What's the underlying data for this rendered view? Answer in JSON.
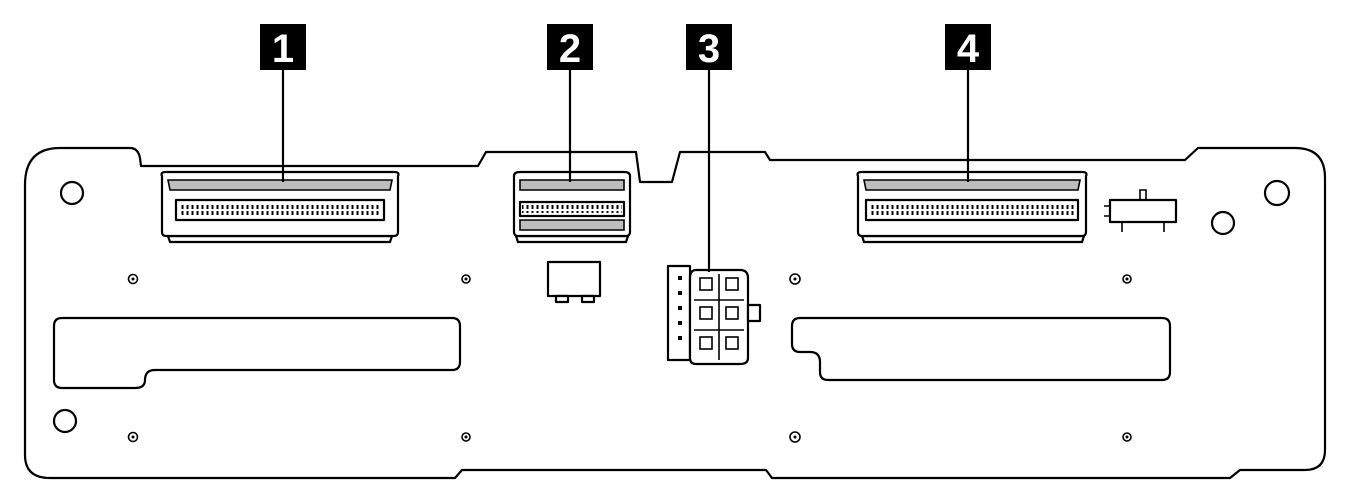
{
  "callouts": [
    {
      "id": 1,
      "label": "1"
    },
    {
      "id": 2,
      "label": "2"
    },
    {
      "id": 3,
      "label": "3"
    },
    {
      "id": 4,
      "label": "4"
    }
  ],
  "colors": {
    "callout_background": "#000000",
    "callout_text": "#ffffff",
    "line": "#000000",
    "connector_shading": "#bdbdbd"
  },
  "icons": [
    "backplane-board",
    "wide-connector",
    "narrow-connector",
    "power-connector",
    "fan-header"
  ]
}
